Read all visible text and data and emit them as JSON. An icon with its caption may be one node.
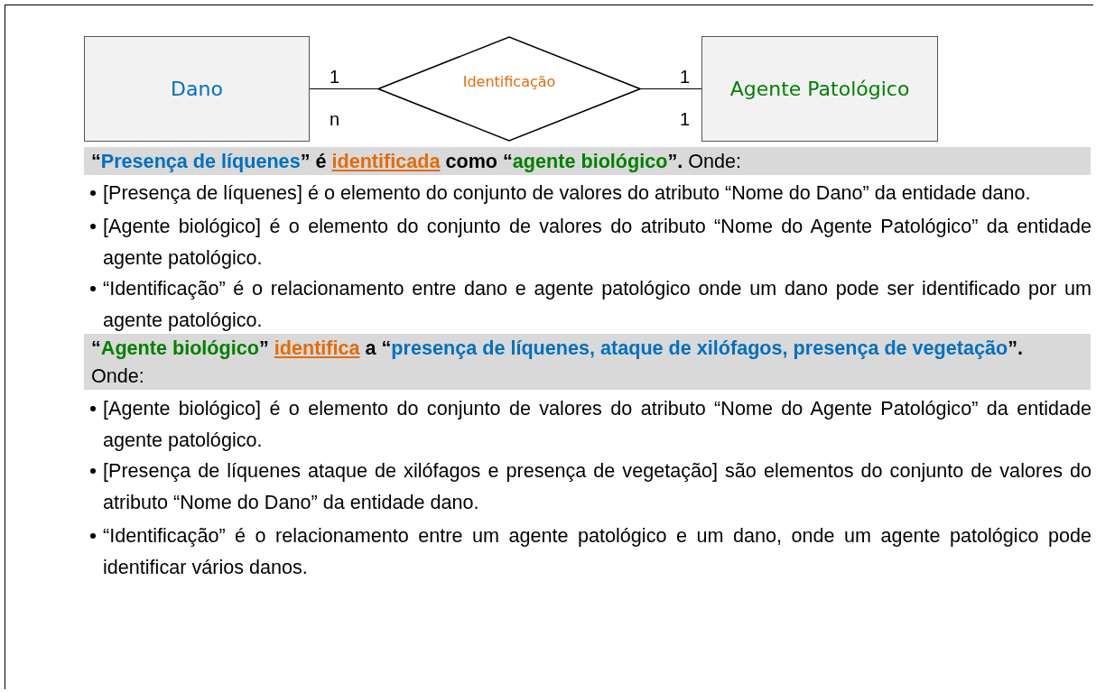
{
  "diagram": {
    "nodes": [
      {
        "text": [
          "Dano"
        ]
      },
      {
        "text": [
          "Identificação"
        ]
      },
      {
        "text": [
          "Agente Patológico"
        ]
      }
    ],
    "edges": [
      {
        "from": 0,
        "to": 1,
        "arrow": "none"
      },
      {
        "from": 1,
        "to": 2,
        "arrow": "none"
      }
    ],
    "labels": [
      "1",
      "1",
      "n",
      "1",
      "**“*Presença de líquenes*” é *identificada* como “*agente biológico*”.** Onde:",
      "[Presença de líquenes] é o elemento do conjunto de valores do atributo “Nome do Dano” da entidade dano.",
      "[Agente biológico] é o elemento do conjunto de valores do atributo “Nome do Agente Patológico” da entidade agente patológico.",
      "“Identificação” é o relacionamento entre dano e agente patológico onde um dano pode ser identificado por um agente patológico.",
      "**“*Agente biológico*” *identifica* a “*presença de líquenes, ataque de xilófagos, presença de vegetação*”.** Onde:",
      "[Agente biológico] é o elemento do conjunto de valores do atributo “Nome do Agente Patológico” da entidade agente patológico.",
      "[Presença de líquenes ataque de xilófagos e presença de vegetação] são elementos do conjunto de valores do atributo “Nome do Dano” da entidade dano.",
      "“Identificação” é o relacionamento entre um agente patológico e um dano, onde um agente patológico pode identificar vários danos."
    ]
  }
}
